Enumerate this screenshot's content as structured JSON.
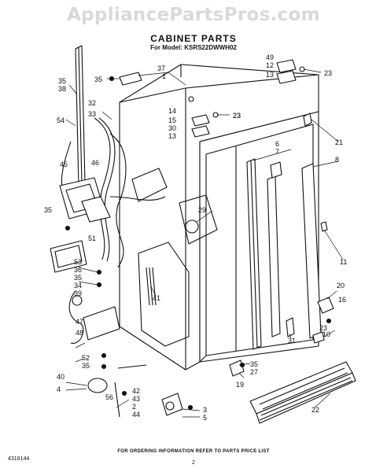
{
  "watermark": "AppliancePartsPros.com",
  "title": "CABINET PARTS",
  "model_line": "For Model: KSRS22DWWH02",
  "footer_note": "FOR ORDERING INFORMATION REFER TO PARTS PRICE LIST",
  "doc_number": "4316144",
  "page_number": "2",
  "part_labels": [
    "35",
    "38",
    "54",
    "45",
    "46",
    "35",
    "51",
    "53",
    "36",
    "35",
    "34",
    "39",
    "47",
    "48",
    "52",
    "35",
    "40",
    "4",
    "56",
    "42",
    "43",
    "2",
    "44",
    "3",
    "5",
    "22",
    "35",
    "27",
    "19",
    "31",
    "10",
    "23",
    "16",
    "20",
    "11",
    "8",
    "6",
    "7",
    "21",
    "23",
    "29",
    "41",
    "37",
    "32",
    "33",
    "35",
    "14",
    "15",
    "30",
    "13",
    "23",
    "49",
    "12",
    "13",
    "23",
    "1"
  ]
}
